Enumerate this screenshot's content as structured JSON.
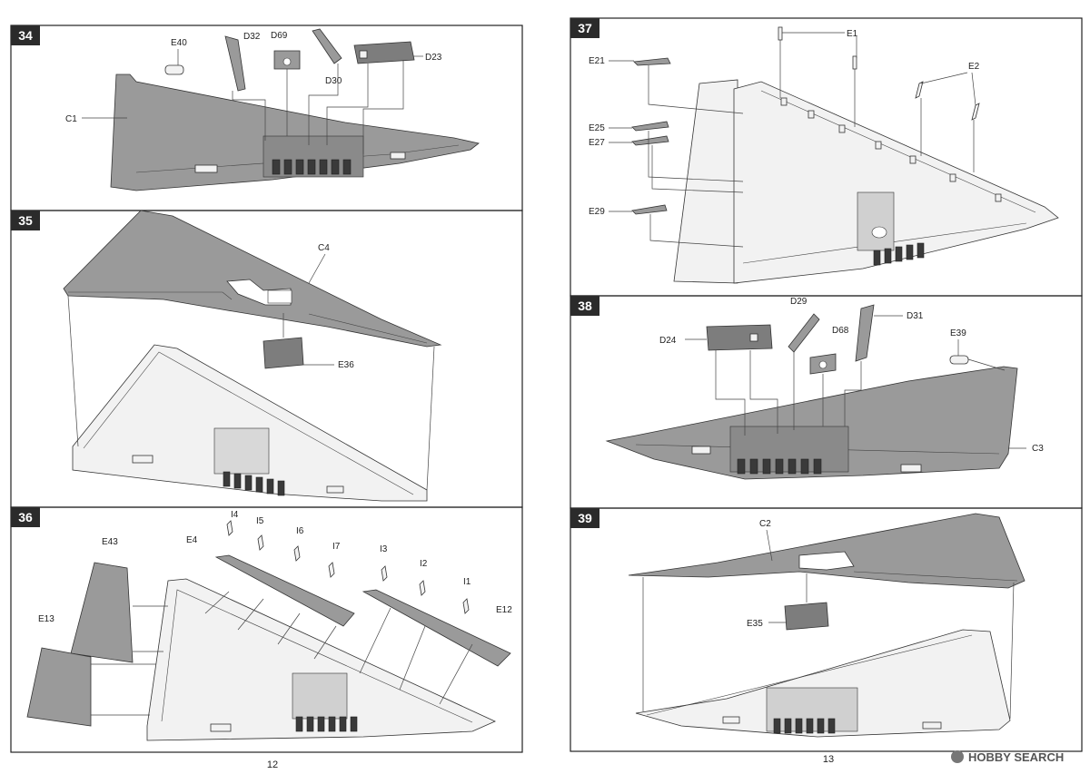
{
  "steps": [
    {
      "number": "34",
      "parts": [
        "E40",
        "D32",
        "D69",
        "D30",
        "D23",
        "C1"
      ]
    },
    {
      "number": "35",
      "parts": [
        "C4",
        "E36"
      ]
    },
    {
      "number": "36",
      "parts": [
        "E43",
        "E13",
        "E4",
        "I4",
        "I5",
        "I6",
        "I7",
        "I3",
        "I2",
        "I1",
        "E12"
      ]
    },
    {
      "number": "37",
      "parts": [
        "E1",
        "E2",
        "E21",
        "E25",
        "E27",
        "E29"
      ]
    },
    {
      "number": "38",
      "parts": [
        "D29",
        "D24",
        "D68",
        "D31",
        "E39",
        "C3"
      ]
    },
    {
      "number": "39",
      "parts": [
        "C2",
        "E35"
      ]
    }
  ],
  "pages": {
    "left": "12",
    "right": "13"
  },
  "watermark": {
    "text": "HOBBY SEARCH"
  },
  "colors": {
    "part_gray": "#9a9a9a",
    "step_badge": "#2b2b2b"
  }
}
